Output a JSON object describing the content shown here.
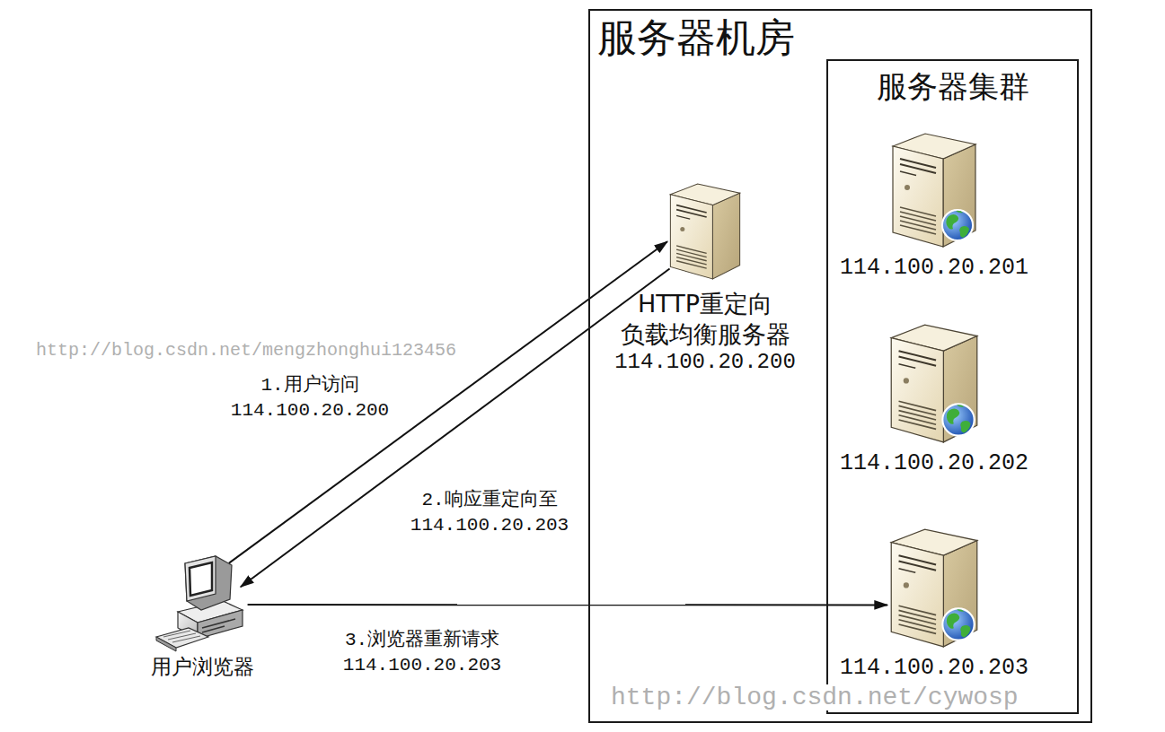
{
  "diagram": {
    "nodes": [
      {
        "text": [
          "服务器机房"
        ]
      },
      {
        "text": [
          "服务器集群"
        ],
        "in": 0
      },
      {
        "text": [
          "HTTP重定向 负载均衡服务器",
          "114.100.20.200"
        ],
        "in": 0
      },
      {
        "text": [
          "114.100.20.201"
        ],
        "in": 1
      },
      {
        "text": [
          "114.100.20.202"
        ],
        "in": 1
      },
      {
        "text": [
          "114.100.20.203"
        ],
        "in": 1
      },
      {
        "text": [
          "用户浏览器"
        ]
      }
    ],
    "edges": [
      {
        "from": 6,
        "to": 2,
        "arrow": "to",
        "label": "1.用户访问 114.100.20.200"
      },
      {
        "from": 2,
        "to": 6,
        "arrow": "to",
        "label": "2.响应重定向至 114.100.20.203"
      },
      {
        "from": 6,
        "to": 5,
        "arrow": "to",
        "label": "3.浏览器重新请求 114.100.20.203"
      }
    ],
    "labels": [
      "http://blog.csdn.net/mengzhonghui123456",
      "http://blog.csdn.net/cywosp"
    ]
  }
}
